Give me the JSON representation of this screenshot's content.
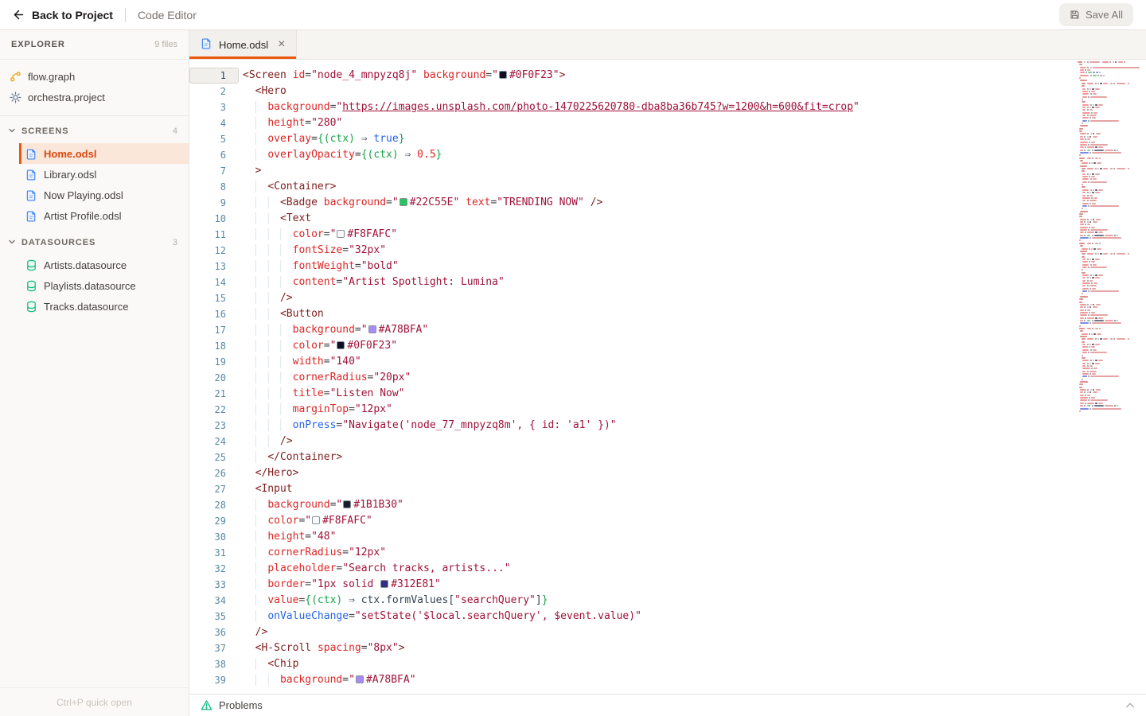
{
  "topbar": {
    "back_label": "Back to Project",
    "title": "Code Editor",
    "save_all_label": "Save All"
  },
  "sidebar": {
    "header": {
      "title": "EXPLORER",
      "count": "9 files"
    },
    "root_items": [
      {
        "label": "flow.graph",
        "icon": "flow-icon"
      },
      {
        "label": "orchestra.project",
        "icon": "gear-icon"
      }
    ],
    "sections": [
      {
        "title": "SCREENS",
        "count": "4",
        "icon": "chevron-down-icon",
        "items": [
          {
            "label": "Home.odsl",
            "icon": "file-icon",
            "selected": true
          },
          {
            "label": "Library.odsl",
            "icon": "file-icon",
            "selected": false
          },
          {
            "label": "Now Playing.odsl",
            "icon": "file-icon",
            "selected": false
          },
          {
            "label": "Artist Profile.odsl",
            "icon": "file-icon",
            "selected": false
          }
        ]
      },
      {
        "title": "DATASOURCES",
        "count": "3",
        "icon": "chevron-down-icon",
        "items": [
          {
            "label": "Artists.datasource",
            "icon": "database-icon",
            "selected": false
          },
          {
            "label": "Playlists.datasource",
            "icon": "database-icon",
            "selected": false
          },
          {
            "label": "Tracks.datasource",
            "icon": "database-icon",
            "selected": false
          }
        ]
      }
    ],
    "footer_hint": "Ctrl+P quick open"
  },
  "editor": {
    "tab": {
      "label": "Home.odsl",
      "icon": "file-icon",
      "close_glyph": "×"
    },
    "active_line": 1,
    "lines": [
      [
        [
          "t",
          "<Screen"
        ],
        [
          "p",
          " "
        ],
        [
          "a",
          "id"
        ],
        [
          "p",
          "="
        ],
        [
          "s",
          "\"node_4_mnpyzq8j\""
        ],
        [
          "p",
          " "
        ],
        [
          "a",
          "background"
        ],
        [
          "p",
          "="
        ],
        [
          "s",
          "\""
        ],
        [
          "w",
          "#0F0F23"
        ],
        [
          "s",
          "#0F0F23\""
        ],
        [
          "t",
          ">"
        ]
      ],
      [
        [
          "i",
          "  "
        ],
        [
          "t",
          "<Hero"
        ]
      ],
      [
        [
          "i",
          "    "
        ],
        [
          "a",
          "background"
        ],
        [
          "p",
          "="
        ],
        [
          "s",
          "\""
        ],
        [
          "u",
          "https://images.unsplash.com/photo-1470225620780-dba8ba36b745?w=1200&h=600&fit=crop"
        ],
        [
          "s",
          "\""
        ]
      ],
      [
        [
          "i",
          "    "
        ],
        [
          "a",
          "height"
        ],
        [
          "p",
          "="
        ],
        [
          "s",
          "\"280\""
        ]
      ],
      [
        [
          "i",
          "    "
        ],
        [
          "a",
          "overlay"
        ],
        [
          "p",
          "="
        ],
        [
          "x",
          "{(ctx)"
        ],
        [
          "r",
          " ⇒ "
        ],
        [
          "k",
          "true"
        ],
        [
          "x",
          "}"
        ]
      ],
      [
        [
          "i",
          "    "
        ],
        [
          "a",
          "overlayOpacity"
        ],
        [
          "p",
          "="
        ],
        [
          "x",
          "{(ctx)"
        ],
        [
          "r",
          " ⇒ "
        ],
        [
          "n",
          "0.5"
        ],
        [
          "x",
          "}"
        ]
      ],
      [
        [
          "i",
          "  "
        ],
        [
          "t",
          ">"
        ]
      ],
      [
        [
          "i",
          "    "
        ],
        [
          "t",
          "<Container>"
        ]
      ],
      [
        [
          "i",
          "      "
        ],
        [
          "t",
          "<Badge"
        ],
        [
          "p",
          " "
        ],
        [
          "a",
          "background"
        ],
        [
          "p",
          "="
        ],
        [
          "s",
          "\""
        ],
        [
          "w",
          "#22C55E"
        ],
        [
          "s",
          "#22C55E\""
        ],
        [
          "p",
          " "
        ],
        [
          "a",
          "text"
        ],
        [
          "p",
          "="
        ],
        [
          "s",
          "\"TRENDING NOW\""
        ],
        [
          "p",
          " "
        ],
        [
          "t",
          "/>"
        ]
      ],
      [
        [
          "i",
          "      "
        ],
        [
          "t",
          "<Text"
        ]
      ],
      [
        [
          "i",
          "        "
        ],
        [
          "a",
          "color"
        ],
        [
          "p",
          "="
        ],
        [
          "s",
          "\""
        ],
        [
          "w",
          "#F8FAFC"
        ],
        [
          "s",
          "#F8FAFC\""
        ]
      ],
      [
        [
          "i",
          "        "
        ],
        [
          "a",
          "fontSize"
        ],
        [
          "p",
          "="
        ],
        [
          "s",
          "\"32px\""
        ]
      ],
      [
        [
          "i",
          "        "
        ],
        [
          "a",
          "fontWeight"
        ],
        [
          "p",
          "="
        ],
        [
          "s",
          "\"bold\""
        ]
      ],
      [
        [
          "i",
          "        "
        ],
        [
          "a",
          "content"
        ],
        [
          "p",
          "="
        ],
        [
          "s",
          "\"Artist Spotlight: Lumina\""
        ]
      ],
      [
        [
          "i",
          "      "
        ],
        [
          "t",
          "/>"
        ]
      ],
      [
        [
          "i",
          "      "
        ],
        [
          "t",
          "<Button"
        ]
      ],
      [
        [
          "i",
          "        "
        ],
        [
          "a",
          "background"
        ],
        [
          "p",
          "="
        ],
        [
          "s",
          "\""
        ],
        [
          "w",
          "#A78BFA"
        ],
        [
          "s",
          "#A78BFA\""
        ]
      ],
      [
        [
          "i",
          "        "
        ],
        [
          "a",
          "color"
        ],
        [
          "p",
          "="
        ],
        [
          "s",
          "\""
        ],
        [
          "w",
          "#0F0F23"
        ],
        [
          "s",
          "#0F0F23\""
        ]
      ],
      [
        [
          "i",
          "        "
        ],
        [
          "a",
          "width"
        ],
        [
          "p",
          "="
        ],
        [
          "s",
          "\"140\""
        ]
      ],
      [
        [
          "i",
          "        "
        ],
        [
          "a",
          "cornerRadius"
        ],
        [
          "p",
          "="
        ],
        [
          "s",
          "\"20px\""
        ]
      ],
      [
        [
          "i",
          "        "
        ],
        [
          "a",
          "title"
        ],
        [
          "p",
          "="
        ],
        [
          "s",
          "\"Listen Now\""
        ]
      ],
      [
        [
          "i",
          "        "
        ],
        [
          "a",
          "marginTop"
        ],
        [
          "p",
          "="
        ],
        [
          "s",
          "\"12px\""
        ]
      ],
      [
        [
          "i",
          "        "
        ],
        [
          "e",
          "onPress"
        ],
        [
          "p",
          "="
        ],
        [
          "s",
          "\"Navigate('node_77_mnpyzq8m', { id: 'a1' })\""
        ]
      ],
      [
        [
          "i",
          "      "
        ],
        [
          "t",
          "/>"
        ]
      ],
      [
        [
          "i",
          "    "
        ],
        [
          "t",
          "</Container>"
        ]
      ],
      [
        [
          "i",
          "  "
        ],
        [
          "t",
          "</Hero>"
        ]
      ],
      [
        [
          "i",
          "  "
        ],
        [
          "t",
          "<Input"
        ]
      ],
      [
        [
          "i",
          "    "
        ],
        [
          "a",
          "background"
        ],
        [
          "p",
          "="
        ],
        [
          "s",
          "\""
        ],
        [
          "w",
          "#1B1B30"
        ],
        [
          "s",
          "#1B1B30\""
        ]
      ],
      [
        [
          "i",
          "    "
        ],
        [
          "a",
          "color"
        ],
        [
          "p",
          "="
        ],
        [
          "s",
          "\""
        ],
        [
          "w",
          "#F8FAFC"
        ],
        [
          "s",
          "#F8FAFC\""
        ]
      ],
      [
        [
          "i",
          "    "
        ],
        [
          "a",
          "height"
        ],
        [
          "p",
          "="
        ],
        [
          "s",
          "\"48\""
        ]
      ],
      [
        [
          "i",
          "    "
        ],
        [
          "a",
          "cornerRadius"
        ],
        [
          "p",
          "="
        ],
        [
          "s",
          "\"12px\""
        ]
      ],
      [
        [
          "i",
          "    "
        ],
        [
          "a",
          "placeholder"
        ],
        [
          "p",
          "="
        ],
        [
          "s",
          "\"Search tracks, artists...\""
        ]
      ],
      [
        [
          "i",
          "    "
        ],
        [
          "a",
          "border"
        ],
        [
          "p",
          "="
        ],
        [
          "s",
          "\"1px solid "
        ],
        [
          "w",
          "#312E81"
        ],
        [
          "s",
          "#312E81\""
        ]
      ],
      [
        [
          "i",
          "    "
        ],
        [
          "a",
          "value"
        ],
        [
          "p",
          "="
        ],
        [
          "x",
          "{(ctx)"
        ],
        [
          "r",
          " ⇒ "
        ],
        [
          "c",
          "ctx.formValues["
        ],
        [
          "s",
          "\"searchQuery\""
        ],
        [
          "c",
          "]"
        ],
        [
          "x",
          "}"
        ]
      ],
      [
        [
          "i",
          "    "
        ],
        [
          "e",
          "onValueChange"
        ],
        [
          "p",
          "="
        ],
        [
          "s",
          "\"setState('$local.searchQuery', $event.value)\""
        ]
      ],
      [
        [
          "i",
          "  "
        ],
        [
          "t",
          "/>"
        ]
      ],
      [
        [
          "i",
          "  "
        ],
        [
          "t",
          "<H-Scroll"
        ],
        [
          "p",
          " "
        ],
        [
          "a",
          "spacing"
        ],
        [
          "p",
          "="
        ],
        [
          "s",
          "\"8px\""
        ],
        [
          "t",
          ">"
        ]
      ],
      [
        [
          "i",
          "    "
        ],
        [
          "t",
          "<Chip"
        ]
      ],
      [
        [
          "i",
          "      "
        ],
        [
          "a",
          "background"
        ],
        [
          "p",
          "="
        ],
        [
          "s",
          "\""
        ],
        [
          "w",
          "#A78BFA"
        ],
        [
          "s",
          "#A78BFA\""
        ]
      ]
    ]
  },
  "problems": {
    "label": "Problems",
    "icon": "warning-triangle-icon"
  },
  "colors": {
    "accent": "#E8590C",
    "selected-bg": "#FBE7D9",
    "selected-text": "#D9480F",
    "syntax-tag": "#7F1D1D",
    "syntax-attr": "#DC2626",
    "syntax-string": "#9F1239",
    "syntax-event": "#2563EB",
    "syntax-expr": "#16A34A",
    "syntax-code": "#334155",
    "syntax-keyword": "#2563EB",
    "syntax-number": "#DC2626",
    "file-icon-blue": "#3B82F6",
    "datasource-green": "#10B981",
    "flow-amber": "#F59E0B"
  }
}
